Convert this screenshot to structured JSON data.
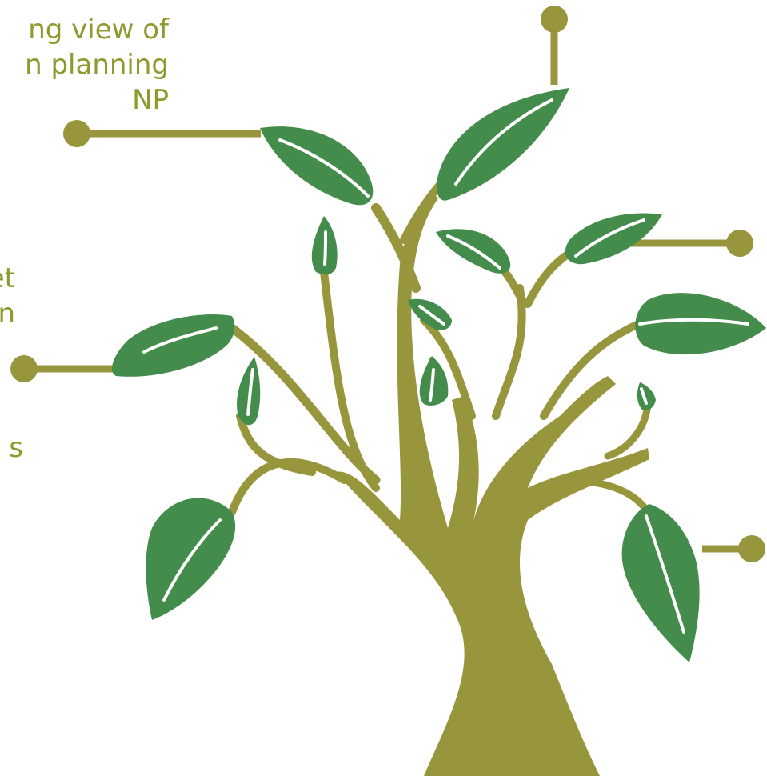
{
  "colors": {
    "text": "#8c9a2e",
    "connector": "#98963d",
    "trunk": "#98963d",
    "leaf": "#438c4b",
    "background": "#ffffff"
  },
  "labels": {
    "top_left": "ng view of\nn planning\nNP",
    "mid_left": "et\nn",
    "lower_left": "s"
  }
}
